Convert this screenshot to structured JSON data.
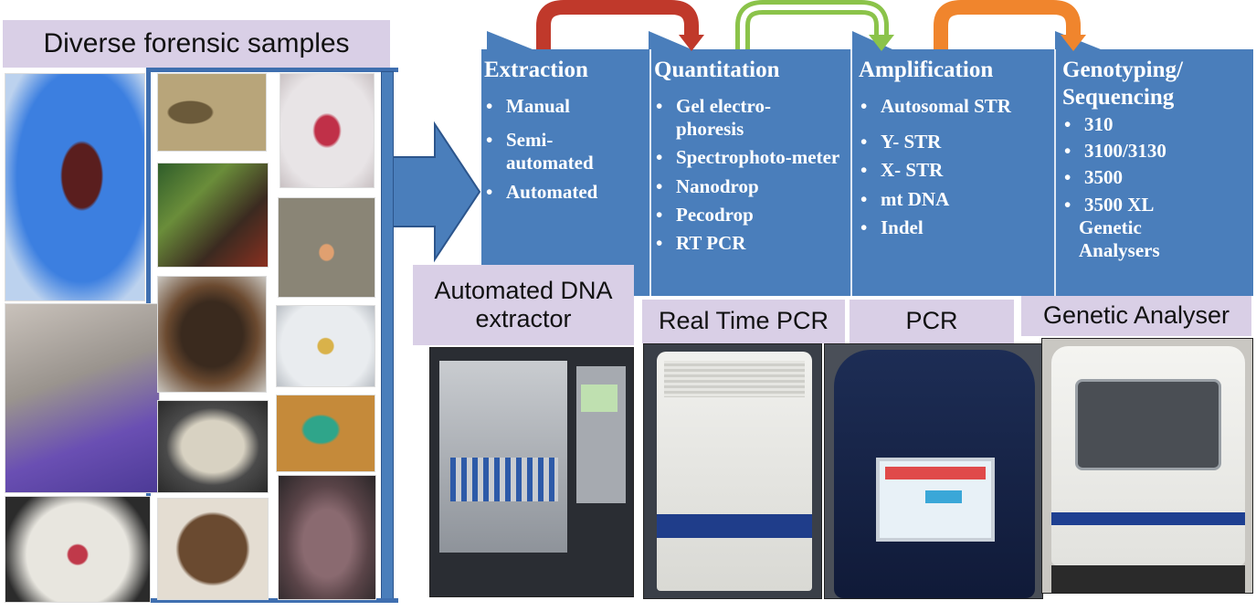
{
  "samples": {
    "title": "Diverse forensic samples",
    "photos": [
      "blood-tube-photo",
      "skeleton-photo",
      "fetus-photo",
      "vegetation-photo",
      "cigarette-butt-photo",
      "swab-collection-photo",
      "charred-remains-photo",
      "teeth-photo",
      "skull-photo",
      "chewing-gum-photo",
      "shoe-stain-photo",
      "container-photo",
      "tissue-photo"
    ]
  },
  "workflow": {
    "stages": [
      {
        "title": "Extraction",
        "items": [
          "Manual",
          "Semi-automated",
          "Automated"
        ],
        "loop_color": "#c0392b"
      },
      {
        "title": "Quantitation",
        "items": [
          "Gel electro-phoresis",
          "Spectrophoto-meter",
          "Nanodrop",
          "Pecodrop",
          "RT PCR"
        ],
        "loop_color": "#8bc34a"
      },
      {
        "title": "Amplification",
        "items": [
          "Autosomal STR",
          "Y- STR",
          "X- STR",
          "mt DNA",
          "Indel"
        ],
        "loop_color": "#f0852d"
      },
      {
        "title": "Genotyping/ Sequencing",
        "items": [
          "310",
          "3100/3130",
          "3500",
          "3500 XL",
          "Genetic Analysers"
        ]
      }
    ],
    "arrow_color": "#4a7ebb"
  },
  "instruments": [
    {
      "label": "Automated DNA extractor"
    },
    {
      "label": "Real Time PCR"
    },
    {
      "label": "PCR"
    },
    {
      "label": "Genetic Analyser"
    }
  ]
}
